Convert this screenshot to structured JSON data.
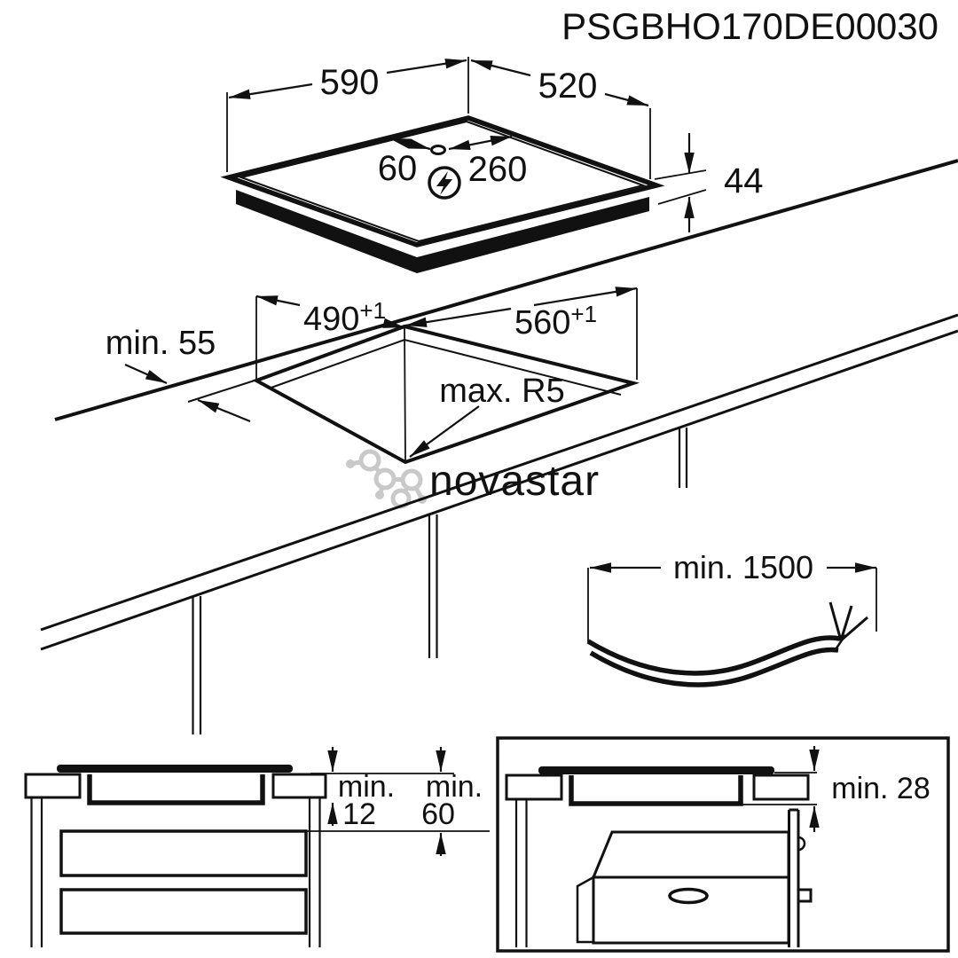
{
  "title": "PSGBHO170DE00030",
  "watermark": {
    "text": "novastar",
    "color": "#c9c9c9"
  },
  "colors": {
    "line": "#111111",
    "background": "#ffffff",
    "watermark": "#c9c9c9"
  },
  "hob_view": {
    "width": "590",
    "depth": "520",
    "conn_offset_left": "60",
    "conn_offset_right": "260",
    "height": "44",
    "power_symbol": "lightning-in-circle"
  },
  "cutout_view": {
    "edge_distance": "min. 55",
    "depth": "490",
    "depth_tolerance": "+1",
    "width": "560",
    "width_tolerance": "+1",
    "corner_radius": "max. R5"
  },
  "cable_view": {
    "length": "min. 1500"
  },
  "clearance_view": {
    "label1": "min.",
    "value1": "12",
    "label2": "min.",
    "value2": "60"
  },
  "oven_view": {
    "clearance": "min. 28"
  }
}
